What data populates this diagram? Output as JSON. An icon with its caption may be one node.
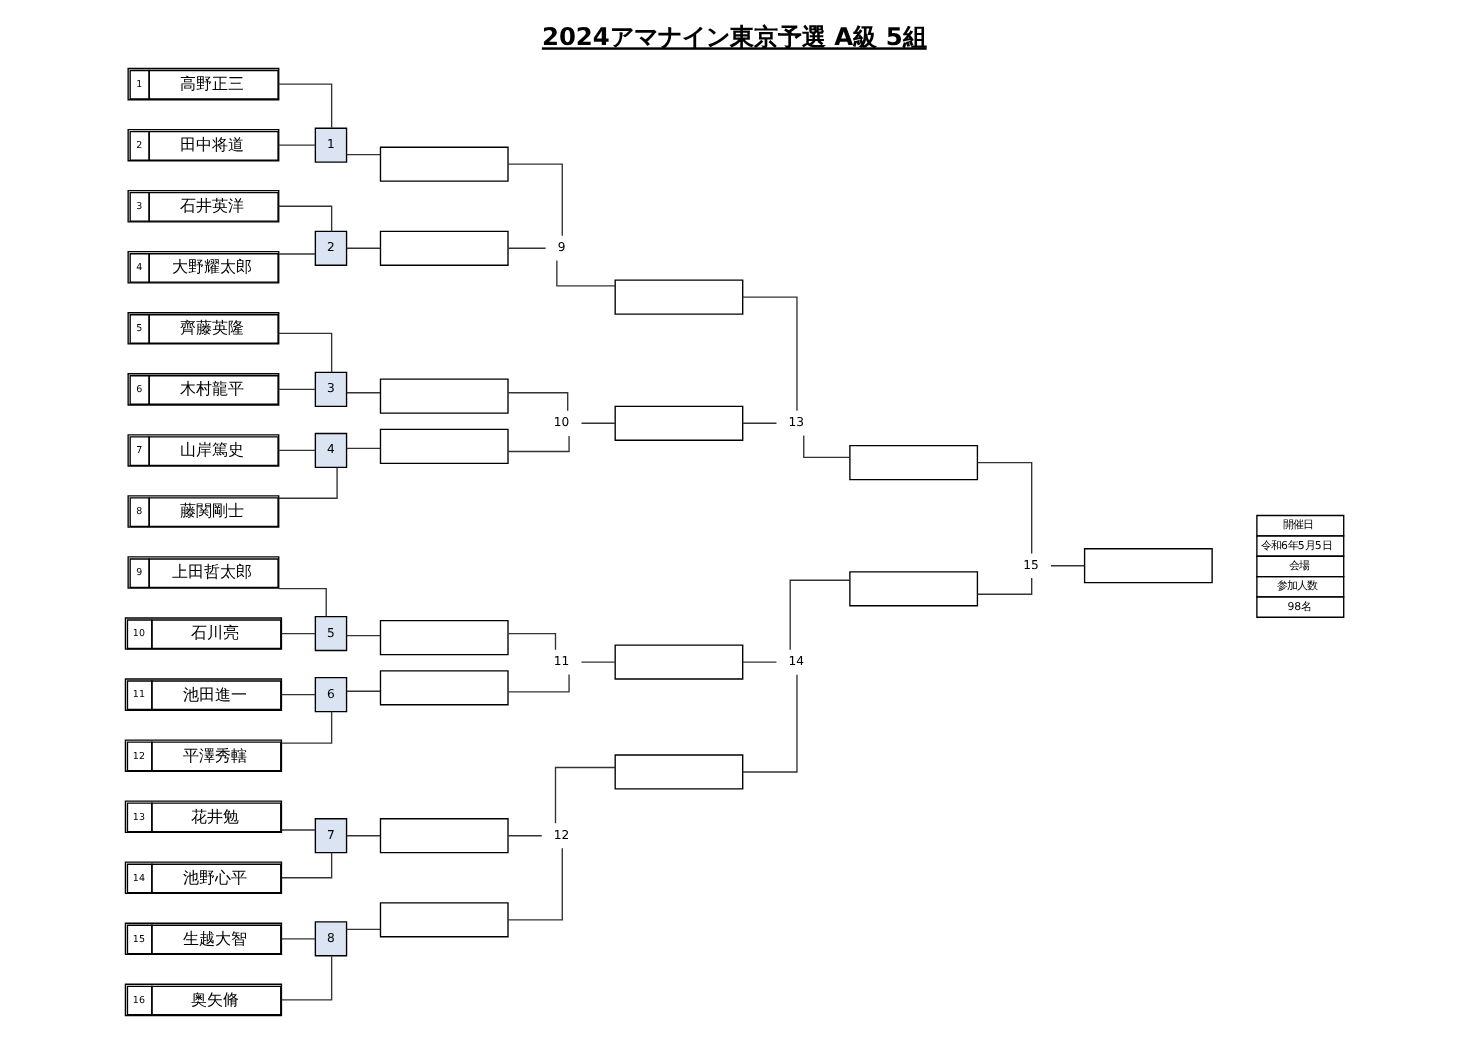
{
  "diagram": {
    "title": "2024アマナイン東京予選 A級 5組",
    "nodes": [
      {
        "text": [
          "1",
          "高野正三"
        ]
      },
      {
        "text": [
          "2",
          "田中将道"
        ]
      },
      {
        "text": [
          "3",
          "石井英洋"
        ]
      },
      {
        "text": [
          "4",
          "大野耀太郎"
        ]
      },
      {
        "text": [
          "5",
          "齊藤英隆"
        ]
      },
      {
        "text": [
          "6",
          "木村龍平"
        ]
      },
      {
        "text": [
          "7",
          "山岸篤史"
        ]
      },
      {
        "text": [
          "8",
          "藤関剛士"
        ]
      },
      {
        "text": [
          "9",
          "上田哲太郎"
        ]
      },
      {
        "text": [
          "10",
          "石川亮"
        ]
      },
      {
        "text": [
          "11",
          "池田進一"
        ]
      },
      {
        "text": [
          "12",
          "平澤秀轄"
        ]
      },
      {
        "text": [
          "13",
          "花井勉"
        ]
      },
      {
        "text": [
          "14",
          "池野心平"
        ]
      },
      {
        "text": [
          "15",
          "生越大智"
        ]
      },
      {
        "text": [
          "16",
          "奥矢脩"
        ]
      },
      {
        "text": [
          "1"
        ]
      },
      {
        "text": [
          "2"
        ]
      },
      {
        "text": [
          "3"
        ]
      },
      {
        "text": [
          "4"
        ]
      },
      {
        "text": [
          "5"
        ]
      },
      {
        "text": [
          "6"
        ]
      },
      {
        "text": [
          "7"
        ]
      },
      {
        "text": [
          "8"
        ]
      },
      {
        "text": [],
        "shape": "box"
      },
      {
        "text": [],
        "shape": "box"
      },
      {
        "text": [],
        "shape": "box"
      },
      {
        "text": [],
        "shape": "box"
      },
      {
        "text": [],
        "shape": "box"
      },
      {
        "text": [],
        "shape": "box"
      },
      {
        "text": [],
        "shape": "box"
      },
      {
        "text": [],
        "shape": "box"
      },
      {
        "text": [
          "9"
        ]
      },
      {
        "text": [
          "10"
        ]
      },
      {
        "text": [
          "11"
        ]
      },
      {
        "text": [
          "12"
        ]
      },
      {
        "text": [],
        "shape": "box"
      },
      {
        "text": [],
        "shape": "box"
      },
      {
        "text": [],
        "shape": "box"
      },
      {
        "text": [],
        "shape": "box"
      },
      {
        "text": [
          "13"
        ]
      },
      {
        "text": [
          "14"
        ]
      },
      {
        "text": [],
        "shape": "box"
      },
      {
        "text": [],
        "shape": "box"
      },
      {
        "text": [
          "15"
        ]
      },
      {
        "text": [],
        "shape": "box"
      }
    ],
    "edges": [
      {
        "from": 0,
        "to": 16,
        "arrow": "none"
      },
      {
        "from": 1,
        "to": 16,
        "arrow": "none"
      },
      {
        "from": 2,
        "to": 17,
        "arrow": "none"
      },
      {
        "from": 3,
        "to": 17,
        "arrow": "none"
      },
      {
        "from": 4,
        "to": 18,
        "arrow": "none"
      },
      {
        "from": 5,
        "to": 18,
        "arrow": "none"
      },
      {
        "from": 6,
        "to": 19,
        "arrow": "none"
      },
      {
        "from": 7,
        "to": 19,
        "arrow": "none"
      },
      {
        "from": 8,
        "to": 20,
        "arrow": "none"
      },
      {
        "from": 9,
        "to": 20,
        "arrow": "none"
      },
      {
        "from": 10,
        "to": 21,
        "arrow": "none"
      },
      {
        "from": 11,
        "to": 21,
        "arrow": "none"
      },
      {
        "from": 12,
        "to": 22,
        "arrow": "none"
      },
      {
        "from": 13,
        "to": 22,
        "arrow": "none"
      },
      {
        "from": 14,
        "to": 23,
        "arrow": "none"
      },
      {
        "from": 15,
        "to": 23,
        "arrow": "none"
      },
      {
        "from": 16,
        "to": 24,
        "arrow": "none"
      },
      {
        "from": 17,
        "to": 25,
        "arrow": "none"
      },
      {
        "from": 18,
        "to": 26,
        "arrow": "none"
      },
      {
        "from": 19,
        "to": 27,
        "arrow": "none"
      },
      {
        "from": 20,
        "to": 28,
        "arrow": "none"
      },
      {
        "from": 21,
        "to": 29,
        "arrow": "none"
      },
      {
        "from": 22,
        "to": 30,
        "arrow": "none"
      },
      {
        "from": 23,
        "to": 31,
        "arrow": "none"
      },
      {
        "from": 24,
        "to": 32,
        "arrow": "none"
      },
      {
        "from": 25,
        "to": 32,
        "arrow": "none"
      },
      {
        "from": 26,
        "to": 33,
        "arrow": "none"
      },
      {
        "from": 27,
        "to": 33,
        "arrow": "none"
      },
      {
        "from": 28,
        "to": 34,
        "arrow": "none"
      },
      {
        "from": 29,
        "to": 34,
        "arrow": "none"
      },
      {
        "from": 30,
        "to": 35,
        "arrow": "none"
      },
      {
        "from": 31,
        "to": 35,
        "arrow": "none"
      },
      {
        "from": 32,
        "to": 36,
        "arrow": "none"
      },
      {
        "from": 33,
        "to": 37,
        "arrow": "none"
      },
      {
        "from": 34,
        "to": 38,
        "arrow": "none"
      },
      {
        "from": 35,
        "to": 39,
        "arrow": "none"
      },
      {
        "from": 36,
        "to": 40,
        "arrow": "none"
      },
      {
        "from": 37,
        "to": 40,
        "arrow": "none"
      },
      {
        "from": 38,
        "to": 41,
        "arrow": "none"
      },
      {
        "from": 39,
        "to": 41,
        "arrow": "none"
      },
      {
        "from": 40,
        "to": 42,
        "arrow": "none"
      },
      {
        "from": 41,
        "to": 43,
        "arrow": "none"
      },
      {
        "from": 42,
        "to": 44,
        "arrow": "none"
      },
      {
        "from": 43,
        "to": 44,
        "arrow": "none"
      },
      {
        "from": 44,
        "to": 45,
        "arrow": "none"
      }
    ],
    "labels": [
      "開催日",
      "令和6年5月5日",
      "会場",
      "参加人数",
      "98名"
    ]
  }
}
